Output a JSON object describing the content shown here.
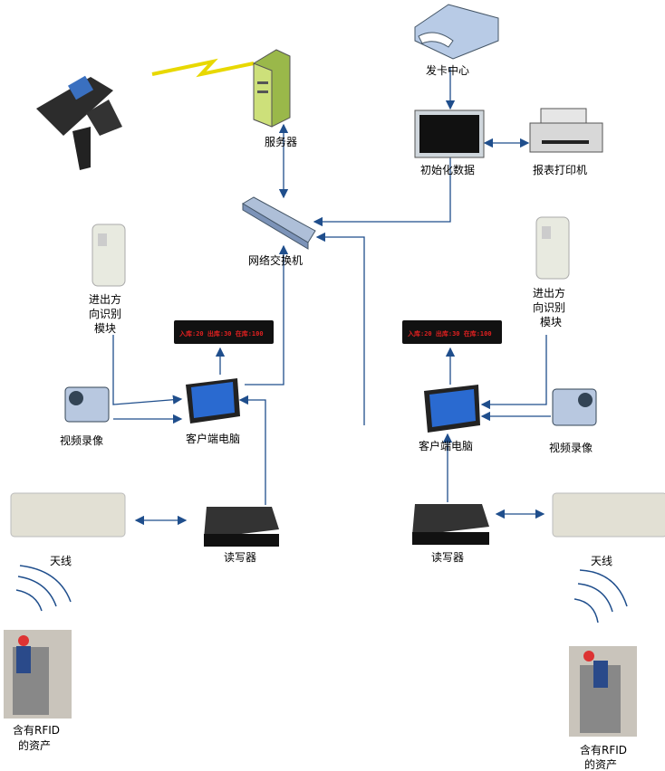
{
  "labels": {
    "card_center": "发卡中心",
    "server": "服务器",
    "init_data": "初始化数据",
    "report_printer": "报表打印机",
    "switch": "网络交换机",
    "direction_module_left": [
      "进出方",
      "向识别",
      "模块"
    ],
    "direction_module_right": [
      "进出方",
      "向识别",
      "模块"
    ],
    "video_left": "视频录像",
    "video_right": "视频录像",
    "client_left": "客户端电脑",
    "client_right": "客户端电脑",
    "antenna_left": "天线",
    "antenna_right": "天线",
    "reader_left": "读写器",
    "reader_right": "读写器",
    "asset_left": [
      "含有RFID",
      "的资产"
    ],
    "asset_right": [
      "含有RFID",
      "的资产"
    ]
  },
  "led_left": "入库:20 出库:30 在库:100",
  "led_right": "入库:20 出库:30 在库:100",
  "colors": {
    "connector": "#1f4e8c",
    "led_text": "#e02020",
    "wireless": "#e8d800"
  }
}
